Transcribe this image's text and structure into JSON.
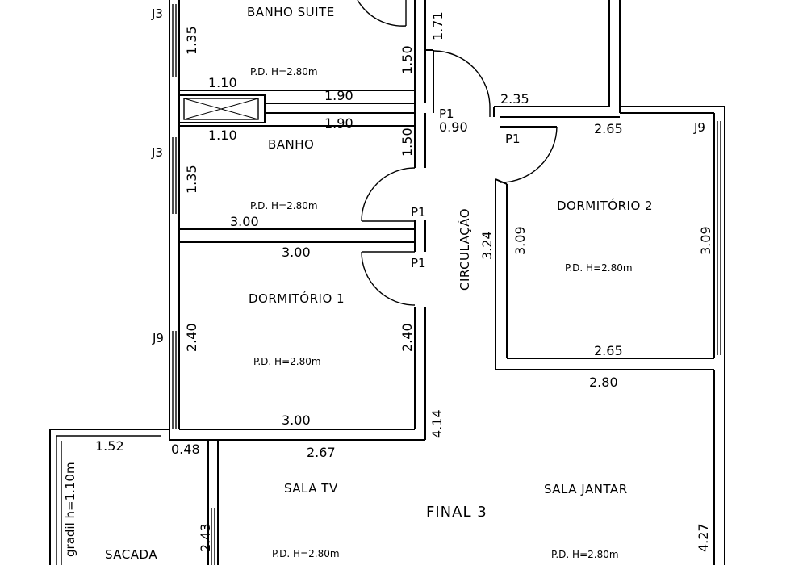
{
  "rooms": {
    "banho_suite": "BANHO  SUITE",
    "banho": "BANHO",
    "dormitorio_1": "DORMITÓRIO  1",
    "dormitorio_2": "DORMITÓRIO  2",
    "circulacao": "CIRCULAÇÃO",
    "sala_tv": "SALA  TV",
    "sala_jantar": "SALA  JANTAR",
    "sacada": "SACADA"
  },
  "plan_title": "FINAL  3",
  "ceiling_height": "P.D.  H=2.80m",
  "railing": "gradil  h=1.10m",
  "tags": {
    "j3": "J3",
    "j9": "J9",
    "p1": "P1"
  },
  "dimensions": {
    "d135": "1.35",
    "d150": "1.50",
    "d171": "1.71",
    "d110": "1.10",
    "d190": "1.90",
    "d235": "2.35",
    "d090": "0.90",
    "d265": "2.65",
    "d300": "3.00",
    "d309": "3.09",
    "d324": "3.24",
    "d240": "2.40",
    "d280": "2.80",
    "d414": "4.14",
    "d152": "1.52",
    "d048": "0.48",
    "d267": "2.67",
    "d243": "2.43",
    "d427": "4.27"
  }
}
